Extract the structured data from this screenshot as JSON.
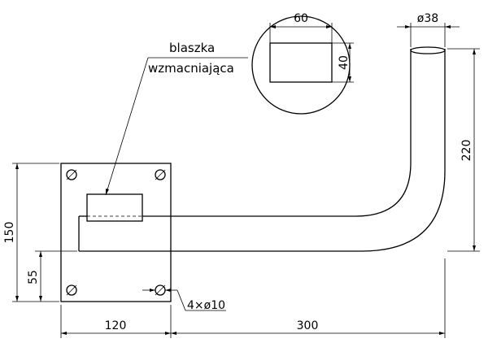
{
  "labels": {
    "plate_line1": "blaszka",
    "plate_line2": "wzmacniająca",
    "holes": "4×ø10"
  },
  "dimensions": {
    "plate_width": "60",
    "plate_height": "40",
    "tube_diameter": "ø38",
    "vertical_rise": "220",
    "base_height": "150",
    "tube_offset": "55",
    "base_width": "120",
    "arm_length": "300"
  }
}
